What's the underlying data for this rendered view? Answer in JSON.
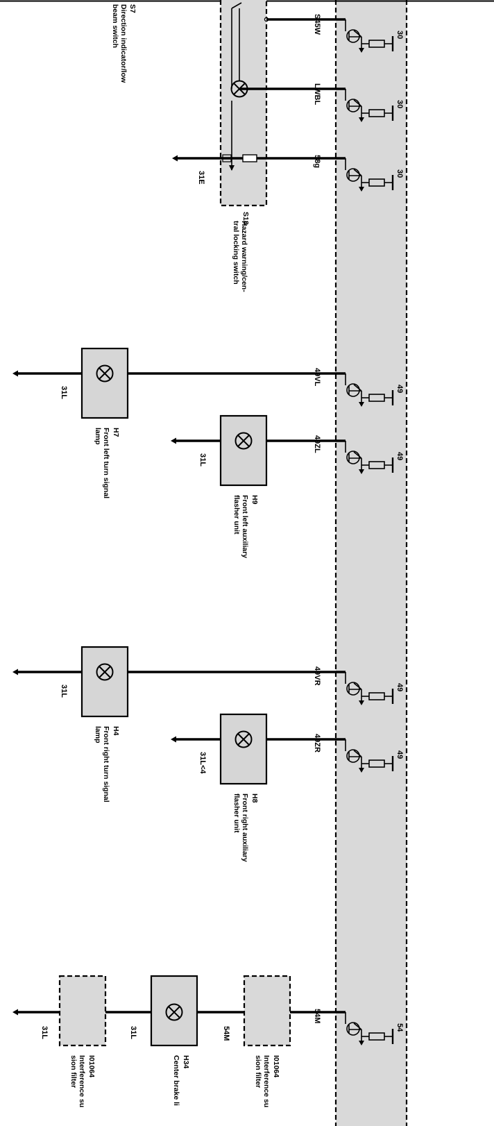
{
  "module": {
    "fill": "#d9d9d9"
  },
  "switches": {
    "s7": {
      "code": "S7",
      "desc": [
        "Direction indicator/low",
        "beam switch"
      ]
    },
    "s18": {
      "code": "S18",
      "desc": [
        "Hazard warning/cen-",
        "tral locking switch"
      ],
      "ground": "31E"
    }
  },
  "rows": [
    {
      "wire": "S45W",
      "pin": "30",
      "type": "s45"
    },
    {
      "wire": "LWBL",
      "pin": "30",
      "type": "lamp"
    },
    {
      "wire": "58g",
      "pin": "30",
      "type": "58g",
      "ground": "31E"
    },
    {
      "wire": "49VL",
      "pin": "49",
      "type": "long",
      "ground": "31L",
      "comp": "H7",
      "desc": [
        "Front left turn signal",
        "lamp"
      ]
    },
    {
      "wire": "49ZL",
      "pin": "49",
      "type": "short",
      "ground": "31L",
      "comp": "H9",
      "desc": [
        "Front left auxiliary",
        "flasher unit"
      ]
    },
    {
      "wire": "49VR",
      "pin": "49",
      "type": "long",
      "ground": "31L",
      "comp": "H4",
      "desc": [
        "Front right turn signal",
        "lamp"
      ]
    },
    {
      "wire": "49ZR",
      "pin": "49",
      "type": "short",
      "ground": "31L<4",
      "comp": "H8",
      "desc": [
        "Front right auxiliary",
        "flasher unit"
      ]
    },
    {
      "wire": "54M",
      "pin": "54",
      "type": "brake"
    }
  ],
  "brake_chain": {
    "wire2": "54M",
    "wire3": "31L",
    "ground": "31L",
    "filter1": {
      "code": "I01064",
      "desc": [
        "Interference su",
        "sion filter"
      ]
    },
    "lamp": {
      "code": "H34",
      "desc": [
        "Center brake li"
      ]
    },
    "filter2": {
      "code": "I01064",
      "desc": [
        "Interference su",
        "sion filter"
      ]
    }
  }
}
